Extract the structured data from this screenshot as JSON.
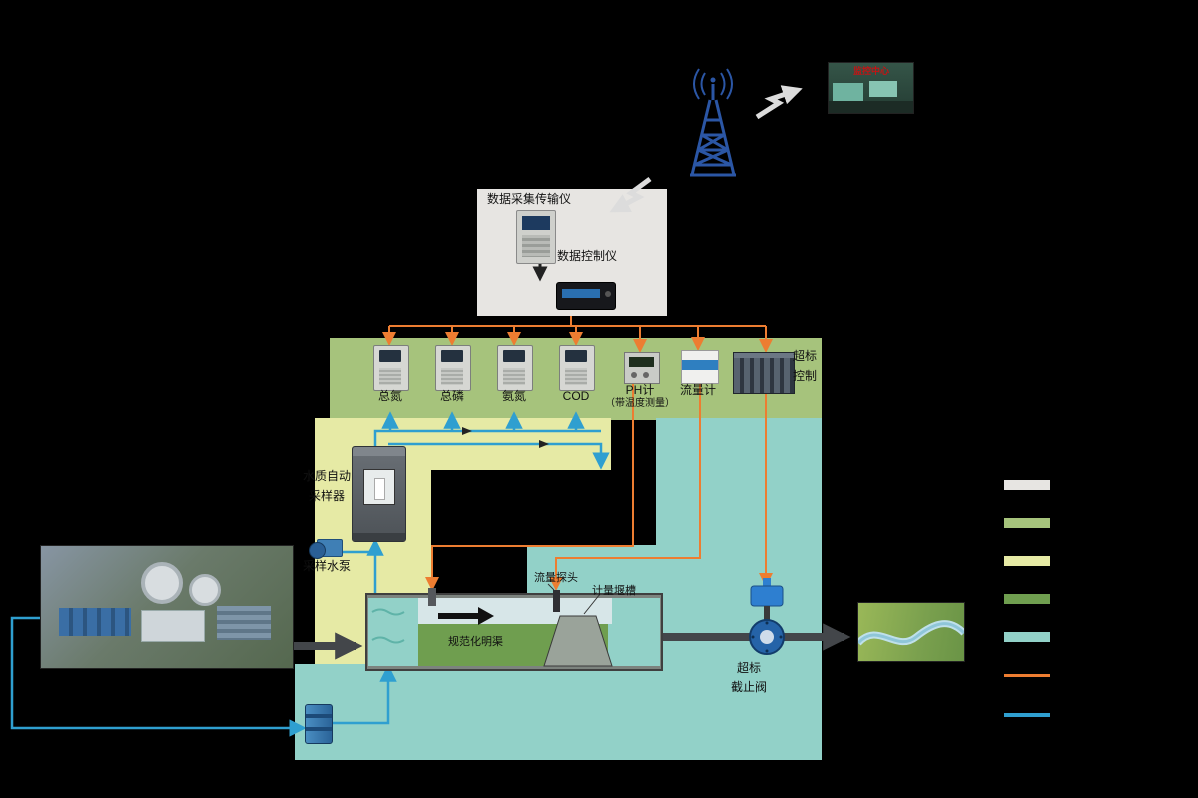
{
  "colors": {
    "background": "#000000",
    "panel_gray": "#E7E5E2",
    "panel_green": "#A6C37C",
    "panel_yellow": "#E6EAA5",
    "panel_dark_green": "#6F9E4F",
    "panel_teal": "#92D1C8",
    "orange_signal_line": "#ED7D31",
    "blue_water_line": "#2F9FD0",
    "tower_blue": "#2B56A5"
  },
  "monitoring_center": {
    "caption": "监控中心"
  },
  "data_panel": {
    "collector_label": "数据采集传输仪",
    "controller_label": "数据控制仪"
  },
  "analyzers": [
    {
      "label": "总氮"
    },
    {
      "label": "总磷"
    },
    {
      "label": "氨氮"
    },
    {
      "label": "COD"
    }
  ],
  "ph_meter": {
    "label": "PH计",
    "note": "（带温度测量）"
  },
  "flow_meter": {
    "label": "流量计"
  },
  "exceed_controller": {
    "label_line1": "超标",
    "label_line2": "控制"
  },
  "auto_sampler": {
    "label_line1": "水质自动",
    "label_line2": "采样器"
  },
  "sampling_pump": {
    "label": "采样水泵"
  },
  "channel": {
    "flow_probe_label": "流量探头",
    "weir_label": "计量堰槽",
    "channel_label": "规范化明渠"
  },
  "shutoff_valve": {
    "label_line1": "超标",
    "label_line2": "截止阀"
  },
  "legend": {
    "items": [
      {
        "name": "gray-panel-swatch",
        "color": "#E7E5E2"
      },
      {
        "name": "green-panel-swatch",
        "color": "#A6C37C"
      },
      {
        "name": "yellow-panel-swatch",
        "color": "#E6EAA5"
      },
      {
        "name": "dark-green-swatch",
        "color": "#6F9E4F"
      },
      {
        "name": "teal-panel-swatch",
        "color": "#92D1C8"
      },
      {
        "name": "orange-signal-line",
        "color": "#ED7D31"
      },
      {
        "name": "blue-water-line",
        "color": "#2F9FD0"
      }
    ]
  }
}
